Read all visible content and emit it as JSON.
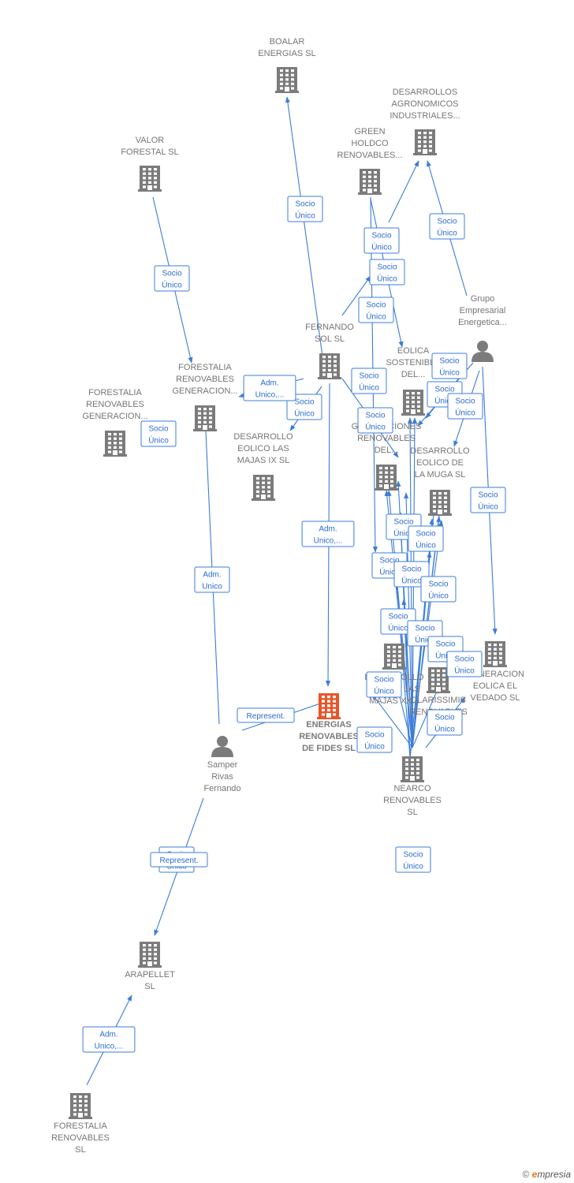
{
  "colors": {
    "edge": "#3b7dd8",
    "building": "#7b7b7b",
    "focus": "#e8552a",
    "person": "#7b7b7b"
  },
  "nodes": [
    {
      "id": "boalar",
      "type": "company",
      "lines": [
        "BOALAR",
        "ENERGIAS  SL"
      ]
    },
    {
      "id": "desagro",
      "type": "company",
      "lines": [
        "DESARROLLOS",
        "AGRONOMICOS",
        "INDUSTRIALES..."
      ]
    },
    {
      "id": "green",
      "type": "company",
      "lines": [
        "GREEN",
        "HOLDCO",
        "RENOVABLES..."
      ]
    },
    {
      "id": "valor",
      "type": "company",
      "lines": [
        "VALOR",
        "FORESTAL SL"
      ]
    },
    {
      "id": "grupo",
      "type": "person",
      "lines": [
        "Grupo",
        "Empresarial",
        "Energetica..."
      ]
    },
    {
      "id": "fernando",
      "type": "company",
      "lines": [
        "FERNANDO",
        "SOL SL"
      ]
    },
    {
      "id": "eolica_sost",
      "type": "company",
      "lines": [
        "EOLICA",
        "SOSTENIBLE",
        "DEL..."
      ]
    },
    {
      "id": "forestalia_gen1",
      "type": "company",
      "lines": [
        "FORESTALIA",
        "RENOVABLES",
        "GENERACION..."
      ]
    },
    {
      "id": "forestalia_gen2",
      "type": "company",
      "lines": [
        "FORESTALIA",
        "RENOVABLES",
        "GENERACION..."
      ]
    },
    {
      "id": "generaciones",
      "type": "company",
      "lines": [
        "GENERACIONES",
        "RENOVABLES",
        "DEL..."
      ]
    },
    {
      "id": "majas9",
      "type": "company",
      "lines": [
        "DESARROLLO",
        "EOLICO LAS",
        "MAJAS IX  SL"
      ]
    },
    {
      "id": "muga",
      "type": "company",
      "lines": [
        "DESARROLLO",
        "EOLICO DE",
        "LA MUGA SL"
      ]
    },
    {
      "id": "majas_xx",
      "type": "company",
      "lines": [
        "DESARROLLO",
        "EOLICO LAS",
        "MAJAS XX..."
      ]
    },
    {
      "id": "clarissimis",
      "type": "company",
      "lines": [
        "CLARISSIMIS",
        "RENOVABLES"
      ]
    },
    {
      "id": "vedado",
      "type": "company",
      "lines": [
        "GENERACION",
        "EOLICA EL",
        "VEDADO SL"
      ]
    },
    {
      "id": "energias",
      "type": "focus",
      "lines": [
        "ENERGIAS",
        "RENOVABLES",
        "DE FIDES  SL"
      ]
    },
    {
      "id": "samper",
      "type": "person",
      "lines": [
        "Samper",
        "Rivas",
        "Fernando"
      ]
    },
    {
      "id": "nearco",
      "type": "company",
      "lines": [
        "NEARCO",
        "RENOVABLES",
        "SL"
      ]
    },
    {
      "id": "arapellet",
      "type": "company",
      "lines": [
        "ARAPELLET",
        "SL"
      ]
    },
    {
      "id": "forestalia_sl",
      "type": "company",
      "lines": [
        "FORESTALIA",
        "RENOVABLES",
        "SL"
      ]
    }
  ],
  "relations": [
    {
      "lines": [
        "Socio",
        "Único"
      ]
    },
    {
      "lines": [
        "Socio",
        "Único"
      ]
    },
    {
      "lines": [
        "Socio",
        "Único"
      ]
    },
    {
      "lines": [
        "Socio",
        "Único"
      ]
    },
    {
      "lines": [
        "Socio",
        "Único"
      ]
    },
    {
      "lines": [
        "Socio",
        "Único"
      ]
    },
    {
      "lines": [
        "Socio",
        "Único"
      ]
    },
    {
      "lines": [
        "Adm.",
        "Unico,..."
      ]
    },
    {
      "lines": [
        "Socio",
        "Único"
      ]
    },
    {
      "lines": [
        "Socio",
        "Único"
      ]
    },
    {
      "lines": [
        "Socio",
        "Único"
      ]
    },
    {
      "lines": [
        "Socio",
        "Único"
      ]
    },
    {
      "lines": [
        "Socio",
        "Único"
      ]
    },
    {
      "lines": [
        "Socio",
        "Único"
      ]
    },
    {
      "lines": [
        "Socio",
        "Único"
      ]
    },
    {
      "lines": [
        "Socio",
        "Único"
      ]
    },
    {
      "lines": [
        "Adm.",
        "Unico,..."
      ]
    },
    {
      "lines": [
        "Adm.",
        "Unico"
      ]
    },
    {
      "lines": [
        "Socio",
        "Único"
      ]
    },
    {
      "lines": [
        "Socio",
        "Único"
      ]
    },
    {
      "lines": [
        "Socio",
        "Único"
      ]
    },
    {
      "lines": [
        "Socio",
        "Único"
      ]
    },
    {
      "lines": [
        "Socio",
        "Único"
      ]
    },
    {
      "lines": [
        "Socio",
        "Único"
      ]
    },
    {
      "lines": [
        "Socio",
        "Único"
      ]
    },
    {
      "lines": [
        "Socio",
        "Único"
      ]
    },
    {
      "lines": [
        "Socio",
        "Único"
      ]
    },
    {
      "lines": [
        "Socio",
        "Único"
      ]
    },
    {
      "lines": [
        "Socio",
        "Único"
      ]
    },
    {
      "lines": [
        "Socio",
        "Único"
      ]
    },
    {
      "lines": [
        "Socio",
        "Único"
      ]
    },
    {
      "lines": [
        "Represent."
      ]
    },
    {
      "lines": [
        "Socio",
        "Único"
      ]
    },
    {
      "lines": [
        "Represent."
      ]
    },
    {
      "lines": [
        "Adm.",
        "Unico,..."
      ]
    }
  ],
  "footer": {
    "copyright": "©",
    "brand_e": "e",
    "brand_rest": "mpresia"
  }
}
